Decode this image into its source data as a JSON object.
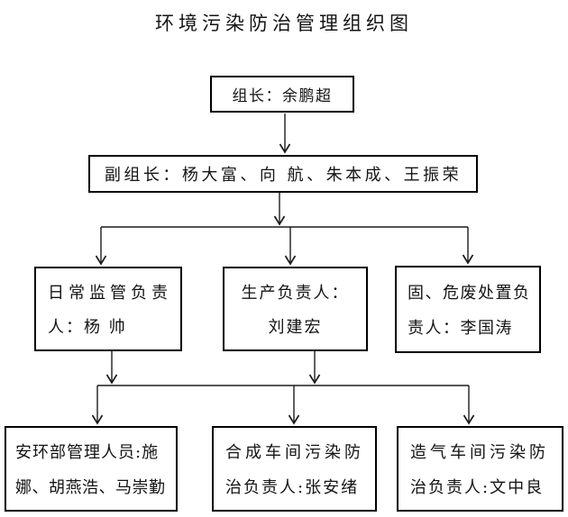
{
  "title": "环境污染防治管理组织图",
  "colors": {
    "background": "#ffffff",
    "box_border": "#000000",
    "text": "#141414",
    "connector_line": "#1c1c1c"
  },
  "nodes": {
    "leader": {
      "line1": "组长：余鹏超"
    },
    "deputy": {
      "line1": "副组长：杨大富、向 航、朱本成、王振荣"
    },
    "daily": {
      "line1": "日常监管负责",
      "line2": "人：杨 帅"
    },
    "production": {
      "line1": "生产负责人：",
      "line2": "刘建宏"
    },
    "waste": {
      "line1": "固、危废处置负",
      "line2": "责人：李国涛"
    },
    "admin": {
      "line1": "安环部管理人员:施",
      "line2": "娜、胡燕浩、马崇勤"
    },
    "synthesis": {
      "line1": "合成车间污染防",
      "line2": "治负责人:张安绪"
    },
    "gasification": {
      "line1": "造气车间污染防",
      "line2": "治负责人:文中良"
    }
  },
  "edges": [
    {
      "from": "leader",
      "to": "deputy"
    },
    {
      "from": "deputy",
      "to": "daily"
    },
    {
      "from": "deputy",
      "to": "production"
    },
    {
      "from": "deputy",
      "to": "waste"
    },
    {
      "from": "daily",
      "to": "admin"
    },
    {
      "from": "daily",
      "to": "synthesis"
    },
    {
      "from": "daily",
      "to": "gasification"
    },
    {
      "from": "production",
      "to": "admin"
    },
    {
      "from": "production",
      "to": "synthesis"
    },
    {
      "from": "production",
      "to": "gasification"
    }
  ]
}
